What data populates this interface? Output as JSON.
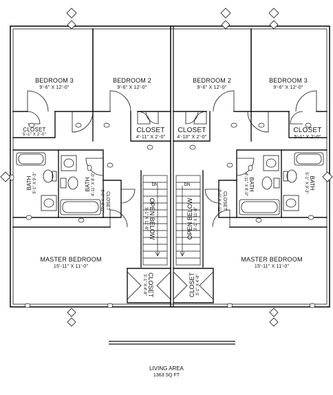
{
  "rooms": {
    "bedroom3_left": {
      "name": "BEDROOM 3",
      "dim": "9'-6\" X 12'-0\""
    },
    "bedroom2_left": {
      "name": "BEDROOM 2",
      "dim": "9'-6\" X 12'-0\""
    },
    "bedroom2_right": {
      "name": "BEDROOM 2",
      "dim": "9'-6\" X 12'-0\""
    },
    "bedroom3_right": {
      "name": "BEDROOM 3",
      "dim": "9'-6\" X 12'-0\""
    },
    "closet_left_outer": {
      "name": "CLOSET",
      "dim": "5'-1\" X 2'-0\""
    },
    "closet_left_center": {
      "name": "CLOSET",
      "dim": "4'-11\" X 2'-0\""
    },
    "closet_right_center": {
      "name": "CLOSET",
      "dim": "4'-10\" X 2'-0\""
    },
    "closet_right_outer": {
      "name": "CLOSET",
      "dim": "5'-1\" X 2'-0\""
    },
    "bath_left_outer": {
      "name": "BATH",
      "dim": "5'-1\" X 9'-3\""
    },
    "bath_left_inner": {
      "name": "BATH",
      "dim": "4'-11\" X 8'-0\""
    },
    "bath_right_inner": {
      "name": "BATH",
      "dim": "4'-11\" X 8'-0\""
    },
    "bath_right_outer": {
      "name": "BATH",
      "dim": "5'-1\" X 9'-3\""
    },
    "closet_left_small": {
      "name": "CLOSET",
      "dim": "3'-0\" X 4'-11\""
    },
    "closet_right_small": {
      "name": "CLOSET",
      "dim": "3'-0\" X 4'-11\""
    },
    "open_below_left": {
      "name": "OPEN BELOW",
      "dim": "3'-1\" X 11'-8\""
    },
    "open_below_right": {
      "name": "OPEN BELOW",
      "dim": "3'-1\" X 11'-8\""
    },
    "master_left": {
      "name": "MASTER BEDROOM",
      "dim": "15'-11\" X 11'-0\""
    },
    "master_right": {
      "name": "MASTER BEDROOM",
      "dim": "15'-11\" X 11'-0\""
    },
    "closet_master_left": {
      "name": "CLOSET",
      "dim": "3'-1\" X 4'-8\""
    },
    "closet_master_right": {
      "name": "CLOSET",
      "dim": "3'-1\" X 4'-8\""
    }
  },
  "stairs": {
    "dn_label": "DN"
  },
  "caption": {
    "title": "LIVING AREA",
    "area": "1363 SQ FT"
  }
}
